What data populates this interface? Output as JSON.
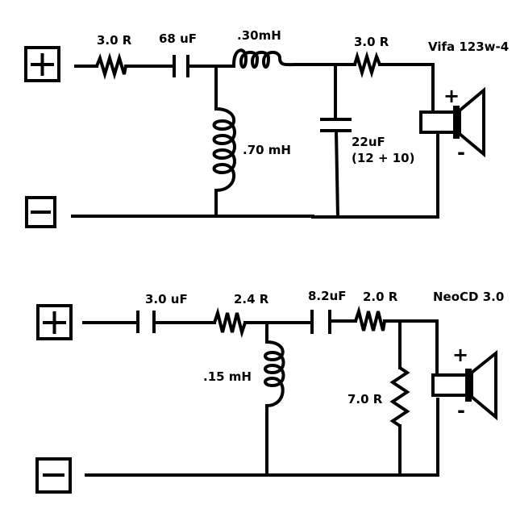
{
  "colors": {
    "ink": "#000000",
    "background": "#ffffff"
  },
  "circuits": [
    {
      "name": "Vifa 123w-4",
      "speaker_label": "Vifa 123w-4",
      "positive_terminal_symbol": "plus-icon",
      "negative_terminal_symbol": "minus-icon",
      "polarity_plus": "+",
      "polarity_minus": "-",
      "components": [
        {
          "type": "resistor",
          "label": "3.0 R"
        },
        {
          "type": "capacitor",
          "label": "68 uF"
        },
        {
          "type": "inductor",
          "label": ".30mH"
        },
        {
          "type": "resistor",
          "label": "3.0 R"
        },
        {
          "type": "inductor",
          "label": ".70 mH"
        },
        {
          "type": "capacitor",
          "label": "22uF",
          "note": "(12 + 10)"
        }
      ]
    },
    {
      "name": "NeoCD 3.0",
      "speaker_label": "NeoCD 3.0",
      "positive_terminal_symbol": "plus-icon",
      "negative_terminal_symbol": "minus-icon",
      "polarity_plus": "+",
      "polarity_minus": "-",
      "components": [
        {
          "type": "capacitor",
          "label": "3.0 uF"
        },
        {
          "type": "resistor",
          "label": "2.4 R"
        },
        {
          "type": "capacitor",
          "label": "8.2uF"
        },
        {
          "type": "resistor",
          "label": "2.0 R"
        },
        {
          "type": "inductor",
          "label": ".15 mH"
        },
        {
          "type": "resistor",
          "label": "7.0 R"
        }
      ]
    }
  ]
}
